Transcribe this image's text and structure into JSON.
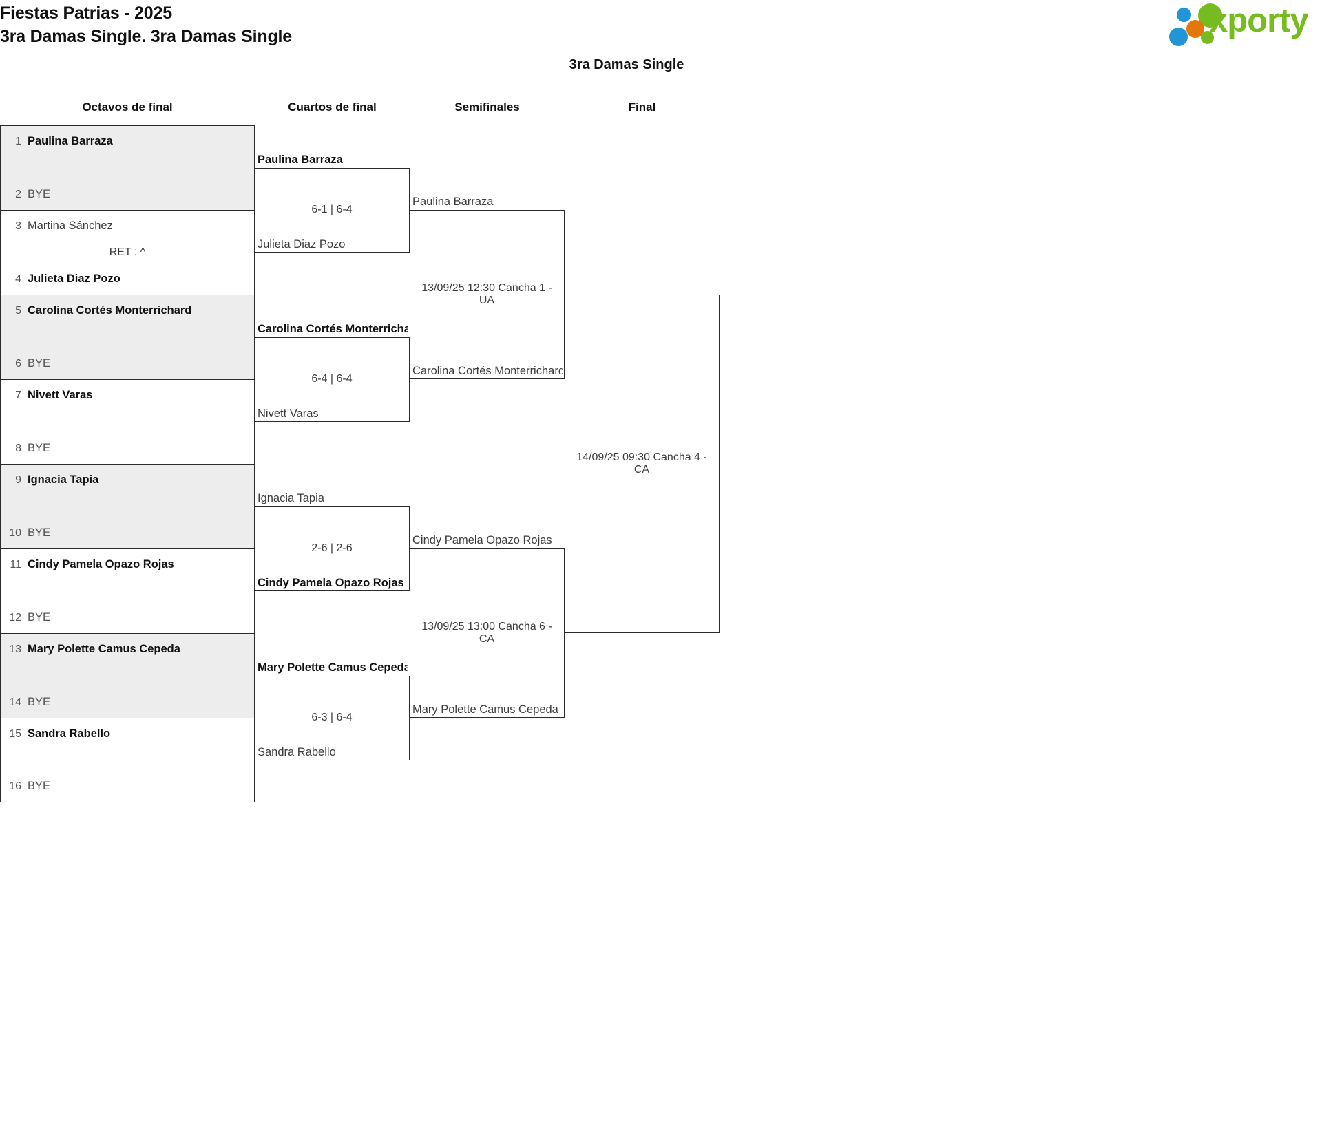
{
  "header": {
    "tournament": "Fiestas Patrias - 2025",
    "category": "3ra Damas Single. 3ra Damas Single",
    "logo_text": "xporty",
    "logo_colors": {
      "green": "#76bc21",
      "blue": "#2196d6",
      "orange": "#e3770c"
    }
  },
  "bracket_title": "3ra Damas Single",
  "rounds": [
    {
      "key": "octavos",
      "label": "Octavos de final"
    },
    {
      "key": "cuartos",
      "label": "Cuartos de final"
    },
    {
      "key": "semis",
      "label": "Semifinales"
    },
    {
      "key": "final",
      "label": "Final"
    }
  ],
  "round1": [
    {
      "top_seed": "1",
      "top_name": "Paulina Barraza",
      "top_win": true,
      "bot_seed": "2",
      "bot_name": "BYE",
      "bot_win": false,
      "score": "",
      "shade": true
    },
    {
      "top_seed": "3",
      "top_name": "Martina Sánchez",
      "top_win": false,
      "bot_seed": "4",
      "bot_name": "Julieta Diaz Pozo",
      "bot_win": true,
      "score": "RET : ^",
      "shade": false
    },
    {
      "top_seed": "5",
      "top_name": "Carolina Cortés Monterrichard",
      "top_win": true,
      "bot_seed": "6",
      "bot_name": "BYE",
      "bot_win": false,
      "score": "",
      "shade": true
    },
    {
      "top_seed": "7",
      "top_name": "Nivett Varas",
      "top_win": true,
      "bot_seed": "8",
      "bot_name": "BYE",
      "bot_win": false,
      "score": "",
      "shade": false
    },
    {
      "top_seed": "9",
      "top_name": "Ignacia Tapia",
      "top_win": true,
      "bot_seed": "10",
      "bot_name": "BYE",
      "bot_win": false,
      "score": "",
      "shade": true
    },
    {
      "top_seed": "11",
      "top_name": "Cindy Pamela Opazo Rojas",
      "top_win": true,
      "bot_seed": "12",
      "bot_name": "BYE",
      "bot_win": false,
      "score": "",
      "shade": false
    },
    {
      "top_seed": "13",
      "top_name": "Mary Polette Camus Cepeda",
      "top_win": true,
      "bot_seed": "14",
      "bot_name": "BYE",
      "bot_win": false,
      "score": "",
      "shade": true
    },
    {
      "top_seed": "15",
      "top_name": "Sandra Rabello",
      "top_win": true,
      "bot_seed": "16",
      "bot_name": "BYE",
      "bot_win": false,
      "score": "",
      "shade": false
    }
  ],
  "round2": [
    {
      "top_name": "Paulina Barraza",
      "top_win": true,
      "bot_name": "Julieta Diaz Pozo",
      "bot_win": false,
      "score": "6-1 | 6-4"
    },
    {
      "top_name": "Carolina Cortés Monterrichard",
      "top_win": true,
      "bot_name": "Nivett Varas",
      "bot_win": false,
      "score": "6-4 | 6-4"
    },
    {
      "top_name": "Ignacia Tapia",
      "top_win": false,
      "bot_name": "Cindy Pamela Opazo Rojas",
      "bot_win": true,
      "score": "2-6 | 2-6"
    },
    {
      "top_name": "Mary Polette Camus Cepeda",
      "top_win": true,
      "bot_name": "Sandra Rabello",
      "bot_win": false,
      "score": "6-3 | 6-4"
    }
  ],
  "round3": [
    {
      "top_name": "Paulina Barraza",
      "top_win": false,
      "bot_name": "Carolina Cortés Monterrichard",
      "bot_win": false,
      "score": "13/09/25 12:30 Cancha 1 - UA"
    },
    {
      "top_name": "Cindy Pamela Opazo Rojas",
      "top_win": false,
      "bot_name": "Mary Polette Camus Cepeda",
      "bot_win": false,
      "score": "13/09/25 13:00 Cancha 6 - CA"
    }
  ],
  "round4": [
    {
      "top_name": "",
      "top_win": false,
      "bot_name": "",
      "bot_win": false,
      "score": "14/09/25 09:30 Cancha 4 - CA"
    }
  ]
}
